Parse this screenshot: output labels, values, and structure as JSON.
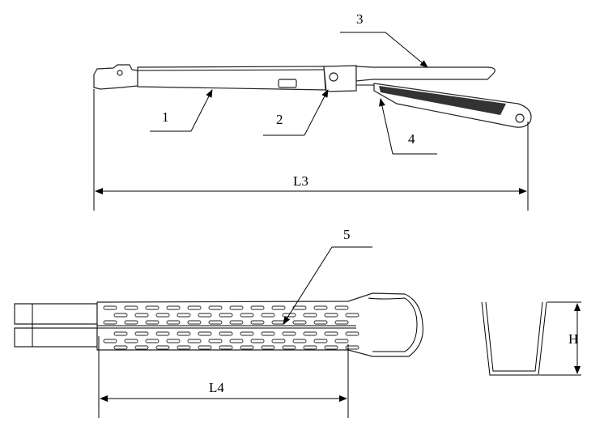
{
  "labels": {
    "part1": "1",
    "part2": "2",
    "part3": "3",
    "part4": "4",
    "part5": "5",
    "dim_l3": "L3",
    "dim_l4": "L4",
    "dim_h": "H"
  }
}
